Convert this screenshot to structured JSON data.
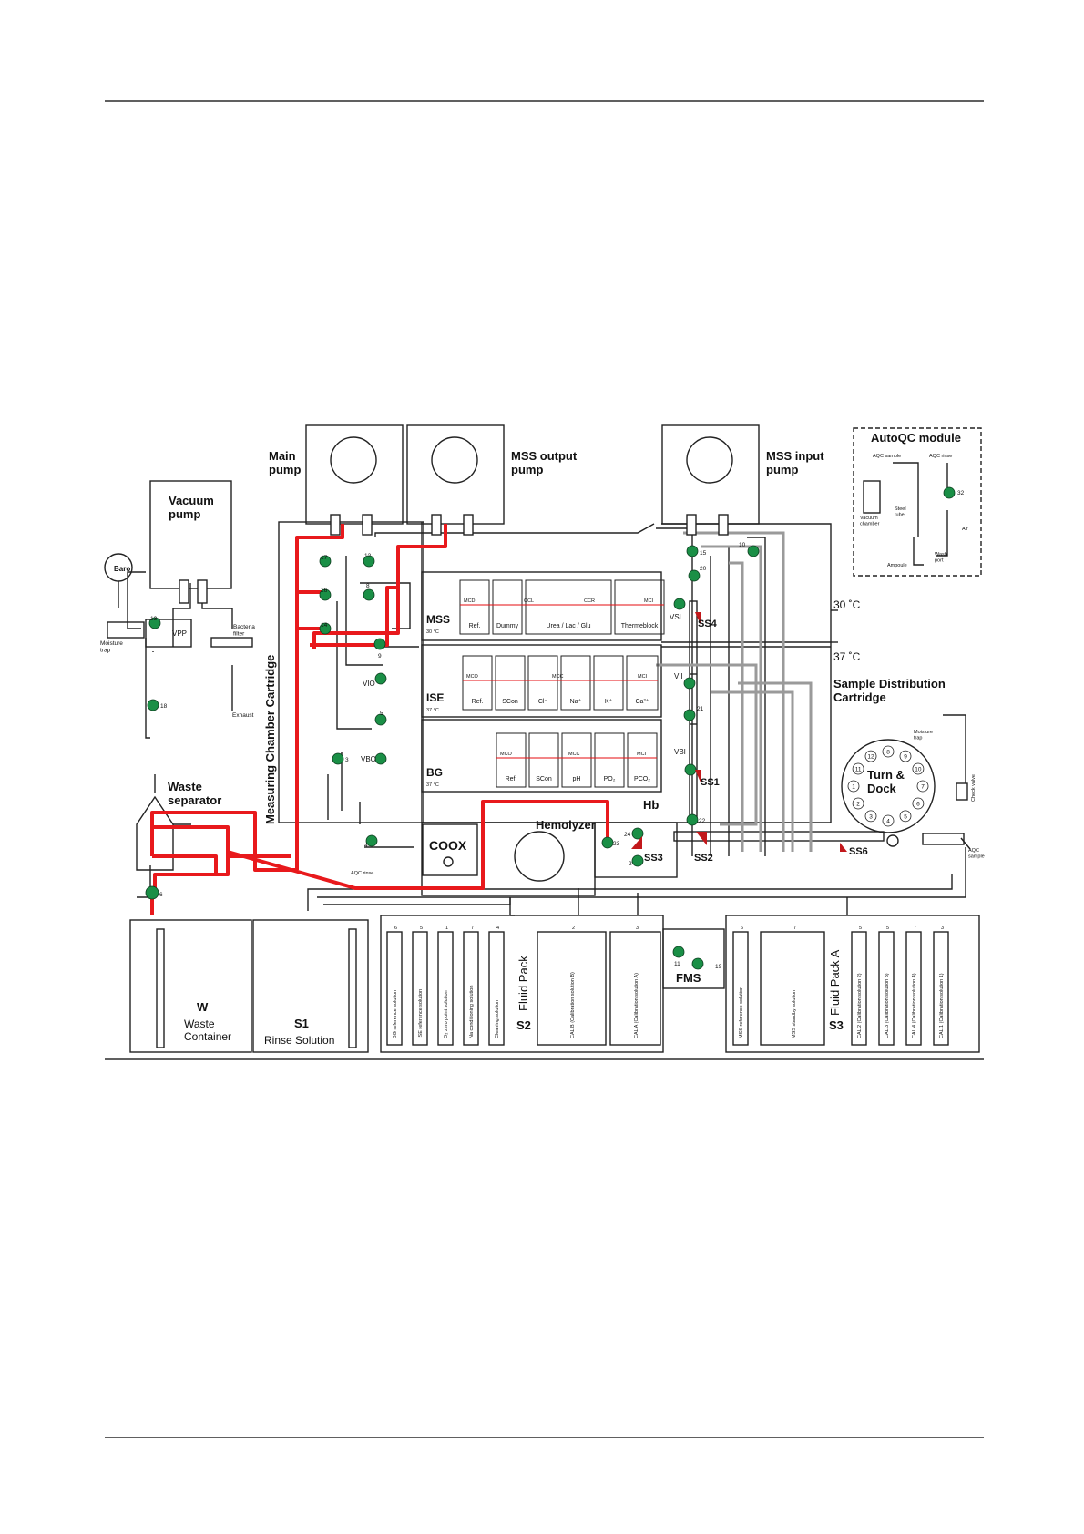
{
  "modules": {
    "main_pump": "Main\npump",
    "mss_output_pump": "MSS output\npump",
    "mss_input_pump": "MSS input\npump",
    "autoqc": "AutoQC module",
    "aqc_sample": "AQC sample",
    "aqc_rinse": "AQC rinse",
    "vacuum_chamber": "Vacuum\nchamber",
    "steel_tube": "Steel\ntube",
    "ampoule": "Ampoule",
    "wash_port": "Wash\nport",
    "air": "Air",
    "vacuum_pump": "Vacuum\npump",
    "baro": "Baro",
    "moisture_trap": "Moisture\ntrap",
    "vpp": "VPP",
    "bacteria_filter": "Bacteria\nfilter",
    "exhaust": "Exhaust",
    "measuring_chamber_cartridge": "Measuring Chamber Cartridge",
    "waste_separator": "Waste\nseparator",
    "temp_30": "30 ˚C",
    "temp_37": "37 ˚C",
    "sample_distribution_cartridge": "Sample Distribution\nCartridge",
    "turn_dock": "Turn &\nDock",
    "check_valve": "Check valve",
    "moisture_trap_right": "Moisture\ntrap",
    "aqc_sample_right": "AQC\nsample",
    "aqc_rinse_bottom": "AQC rinse",
    "hemolyzer": "Hemolyzer",
    "coox": "COOX",
    "hb": "Hb",
    "fms": "FMS"
  },
  "chambers": {
    "mss": {
      "title": "MSS",
      "temp": "30 °C",
      "cells": [
        "Ref.",
        "Dummy",
        "Urea / Lac / Glu",
        "Thermeblock"
      ],
      "marks": [
        "MCD",
        "CCL",
        "CCR",
        "MCI"
      ]
    },
    "ise": {
      "title": "ISE",
      "temp": "37 °C",
      "cells": [
        "Ref.",
        "SCon",
        "Cl⁻",
        "Na⁺",
        "K⁺",
        "Ca²⁺"
      ],
      "marks": [
        "MCO",
        "MCC",
        "MCI"
      ]
    },
    "bg": {
      "title": "BG",
      "temp": "37 °C",
      "cells": [
        "Ref.",
        "SCon",
        "pH",
        "PO₂",
        "PCO₂"
      ],
      "marks": [
        "MCO",
        "MCC",
        "MCI"
      ]
    }
  },
  "valves": {
    "vio": "VIO",
    "vbo": "VBO",
    "vsi": "VSI",
    "vii": "VII",
    "vbi": "VBI"
  },
  "sensors": {
    "ss1": "SS1",
    "ss2": "SS2",
    "ss3": "SS3",
    "ss4": "SS4",
    "ss6": "SS6"
  },
  "valve_numbers": [
    "17",
    "12",
    "16",
    "8",
    "14",
    "13",
    "18",
    "9",
    "5",
    "3",
    "4",
    "6",
    "15",
    "20",
    "21",
    "22",
    "24",
    "23",
    "2",
    "10",
    "32",
    "19",
    "11"
  ],
  "turn_dock_positions": [
    "8",
    "9",
    "10",
    "7",
    "6",
    "5",
    "4",
    "3",
    "2",
    "1",
    "11",
    "12"
  ],
  "containers": {
    "w": {
      "code": "W",
      "name": "Waste\nContainer"
    },
    "s1": {
      "code": "S1",
      "name": "Rinse Solution"
    },
    "s2": {
      "code": "S2",
      "name": "Fluid Pack",
      "solutions": [
        "BG reference solution",
        "ISE reference solution",
        "O₂ zero point solution",
        "Na conditioning solution",
        "Cleaning solution",
        "CAL B (Calibration solution B)",
        "CAL A (Calibration solution A)"
      ],
      "ports": [
        "6",
        "5",
        "1",
        "7",
        "4",
        "2",
        "3"
      ]
    },
    "s3": {
      "code": "S3",
      "name": "Fluid Pack A",
      "solutions": [
        "MSS reference solution",
        "MSS standby solution",
        "CAL 2 (Calibration solution 2)",
        "CAL 3 (Calibration solution 3)",
        "CAL 4 (Calibration solution 4)",
        "CAL 1 (Calibration solution 1)"
      ],
      "ports": [
        "6",
        "7",
        "5",
        "5",
        "7",
        "3"
      ]
    }
  },
  "colors": {
    "path": "#e8191c",
    "valve": "#1a8f46",
    "line": "#222222"
  }
}
